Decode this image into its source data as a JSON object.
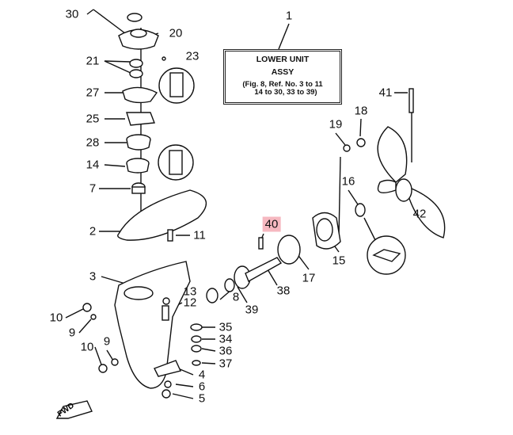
{
  "title_box": {
    "line1": "LOWER UNIT",
    "line2": "ASSY",
    "ref1": "(Fig. 8, Ref. No. 3 to 11",
    "ref2": "14 to 30, 33 to 39)"
  },
  "fwd_label": "FWD",
  "callouts": [
    "1",
    "30",
    "20",
    "23",
    "21",
    "27",
    "25",
    "28",
    "14",
    "7",
    "2",
    "11",
    "3",
    "13",
    "12",
    "10",
    "9",
    "10",
    "9",
    "35",
    "34",
    "36",
    "37",
    "4",
    "6",
    "5",
    "8",
    "39",
    "38",
    "40",
    "17",
    "15",
    "16",
    "19",
    "18",
    "41",
    "42"
  ],
  "highlight_color": "#f6b8c0"
}
